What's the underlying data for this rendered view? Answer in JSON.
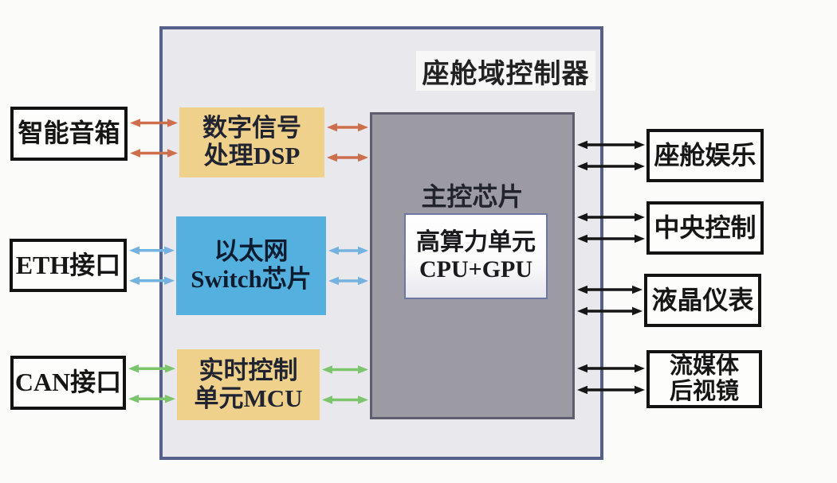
{
  "diagram": {
    "title": "座舱域控制器",
    "chip": {
      "label": "主控芯片",
      "compute_unit": {
        "line1": "高算力单元",
        "line2": "CPU+GPU"
      }
    },
    "modules": [
      {
        "id": "dsp",
        "line1": "数字信号",
        "line2": "处理DSP",
        "fill": "#f0d18c"
      },
      {
        "id": "ethernet-switch",
        "line1": "以太网",
        "line2": "Switch芯片",
        "fill": "#54b1df"
      },
      {
        "id": "mcu",
        "line1": "实时控制",
        "line2": "单元MCU",
        "fill": "#f0d18c"
      }
    ],
    "external_left": [
      {
        "id": "speaker",
        "label": "智能音箱"
      },
      {
        "id": "eth",
        "label": "ETH接口"
      },
      {
        "id": "can",
        "label": "CAN接口"
      }
    ],
    "external_right": [
      {
        "id": "entertainment",
        "label": "座舱娱乐"
      },
      {
        "id": "central-control",
        "label": "中央控制"
      },
      {
        "id": "lcd-cluster",
        "label": "液晶仪表"
      },
      {
        "id": "stream-mirror",
        "line1": "流媒体",
        "line2": "后视镜"
      }
    ],
    "edges": [
      {
        "from": "box-speaker",
        "to": "box-dsp",
        "color": "#cd6f4d"
      },
      {
        "from": "box-dsp",
        "to": "box-chip",
        "color": "#cd6f4d"
      },
      {
        "from": "box-eth",
        "to": "box-ethernet-switch",
        "color": "#74b2e0"
      },
      {
        "from": "box-ethernet-switch",
        "to": "box-chip",
        "color": "#74b2e0"
      },
      {
        "from": "box-can",
        "to": "box-mcu",
        "color": "#7cc56d"
      },
      {
        "from": "box-mcu",
        "to": "box-chip",
        "color": "#7cc56d"
      },
      {
        "from": "box-chip",
        "to": "box-entertainment",
        "color": "#161616"
      },
      {
        "from": "box-chip",
        "to": "box-central-control",
        "color": "#161616"
      },
      {
        "from": "box-chip",
        "to": "box-lcd-cluster",
        "color": "#161616"
      },
      {
        "from": "box-chip",
        "to": "box-stream-mirror",
        "color": "#161616"
      }
    ],
    "colors": {
      "container_bg": "#e8e8ed",
      "container_border": "#55618a",
      "chip_bg": "#9c9ba3",
      "chip_border": "#5d5f6e",
      "module_tan": "#f0d18c",
      "module_blue": "#54b1df",
      "arrow_orange": "#cd6f4d",
      "arrow_blue": "#74b2e0",
      "arrow_green": "#7cc56d",
      "arrow_black": "#161616"
    }
  }
}
